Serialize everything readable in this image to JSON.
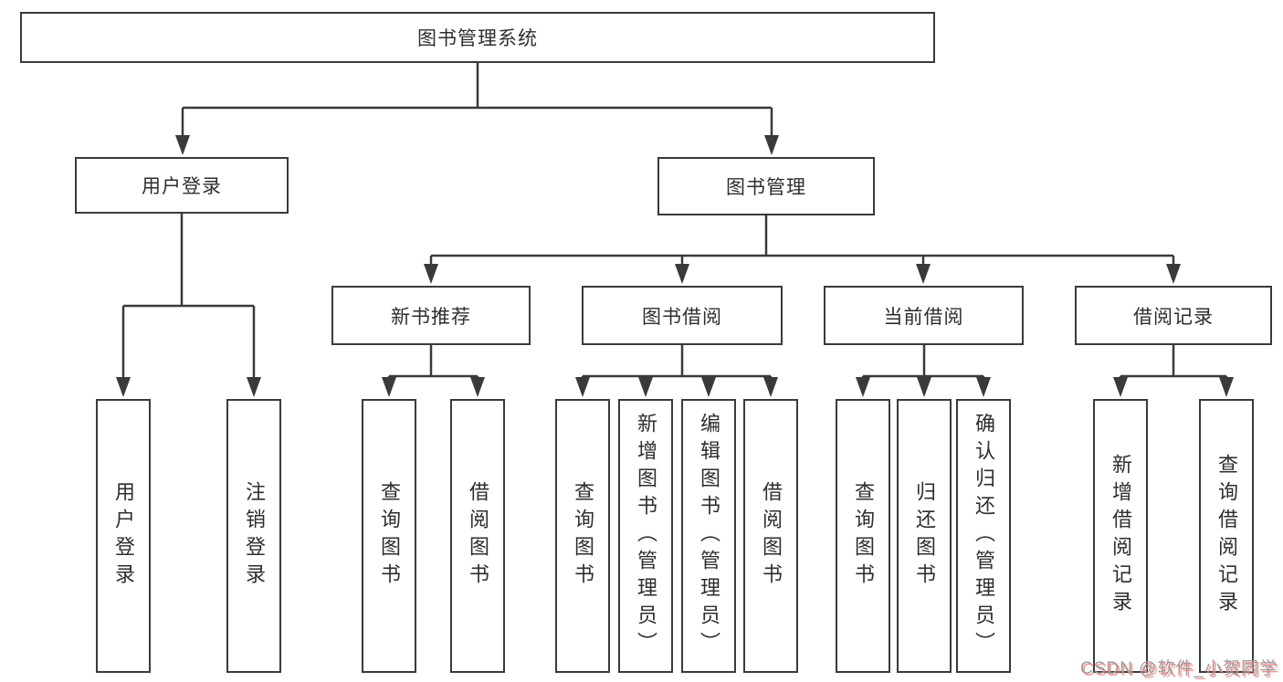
{
  "tree": {
    "root": {
      "label": "图书管理系统"
    },
    "branches": [
      {
        "label": "用户登录",
        "leaves": [
          {
            "label": "用户登录"
          },
          {
            "label": "注销登录"
          }
        ]
      },
      {
        "label": "图书管理",
        "groups": [
          {
            "label": "新书推荐",
            "leaves": [
              {
                "label": "查询图书"
              },
              {
                "label": "借阅图书"
              }
            ]
          },
          {
            "label": "图书借阅",
            "leaves": [
              {
                "label": "查询图书"
              },
              {
                "label": "新增图书（管理员）"
              },
              {
                "label": "编辑图书（管理员）"
              },
              {
                "label": "借阅图书"
              }
            ]
          },
          {
            "label": "当前借阅",
            "leaves": [
              {
                "label": "查询图书"
              },
              {
                "label": "归还图书"
              },
              {
                "label": "确认归还（管理员）"
              }
            ]
          },
          {
            "label": "借阅记录",
            "leaves": [
              {
                "label": "新增借阅记录"
              },
              {
                "label": "查询借阅记录"
              }
            ]
          }
        ]
      }
    ]
  },
  "watermark": {
    "text": "CSDN @软件_小贺同学"
  },
  "colors": {
    "line": "#3a3a3a",
    "text": "#2e2e2e",
    "background": "#ffffff",
    "watermark_gray": "#9e9e9e",
    "watermark_red": "#fa8282"
  }
}
